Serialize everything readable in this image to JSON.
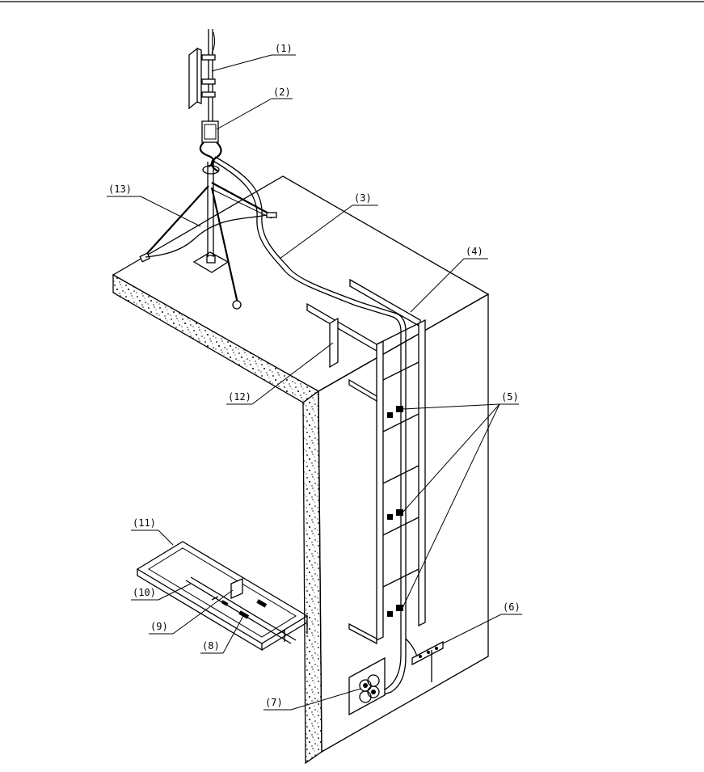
{
  "labels": {
    "c1": "(1)",
    "c2": "(2)",
    "c3": "(3)",
    "c4": "(4)",
    "c5": "(5)",
    "c6": "(6)",
    "c7": "(7)",
    "c8": "(8)",
    "c9": "(9)",
    "c10": "(10)",
    "c11": "(11)",
    "c12": "(12)",
    "c13": "(13)"
  }
}
